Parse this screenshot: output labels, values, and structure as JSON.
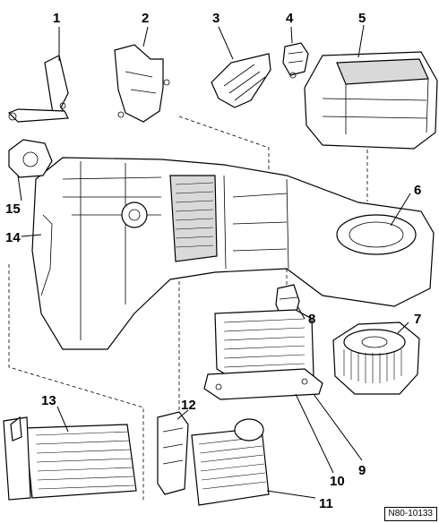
{
  "diagram": {
    "reference": "N80-10133",
    "callouts": [
      "1",
      "2",
      "3",
      "4",
      "5",
      "6",
      "7",
      "8",
      "9",
      "10",
      "11",
      "12",
      "13",
      "14",
      "15"
    ]
  }
}
